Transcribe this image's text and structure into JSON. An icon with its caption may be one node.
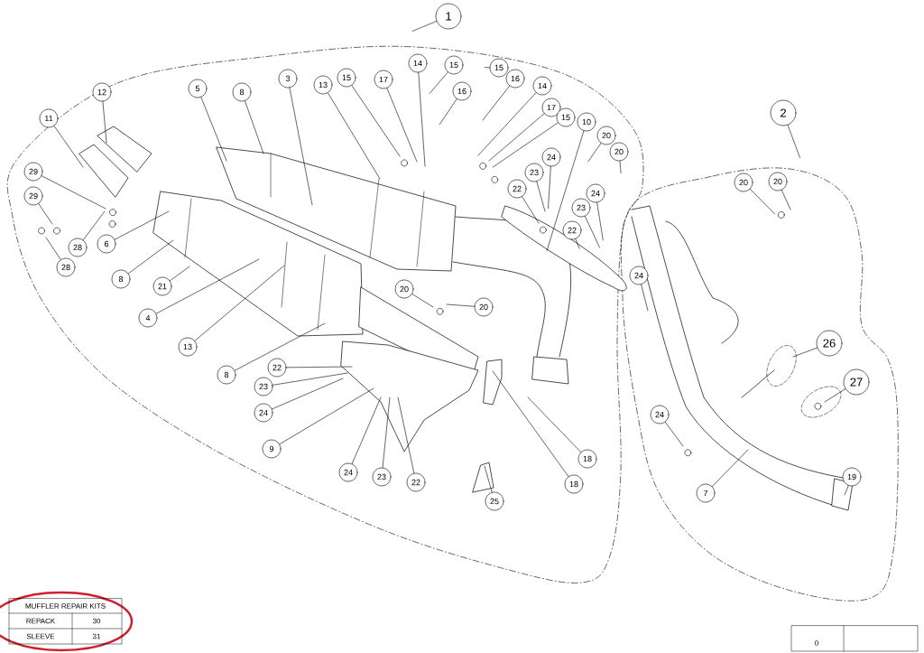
{
  "diagram": {
    "nodes": [
      {
        "text": [
          "1"
        ]
      },
      {
        "text": [
          "14"
        ]
      },
      {
        "text": [
          "15"
        ]
      },
      {
        "text": [
          "15"
        ]
      },
      {
        "text": [
          "15"
        ]
      },
      {
        "text": [
          "16"
        ]
      },
      {
        "text": [
          "3"
        ]
      },
      {
        "text": [
          "17"
        ]
      },
      {
        "text": [
          "13"
        ]
      },
      {
        "text": [
          "14"
        ]
      },
      {
        "text": [
          "5"
        ]
      },
      {
        "text": [
          "16"
        ]
      },
      {
        "text": [
          "8"
        ]
      },
      {
        "text": [
          "12"
        ]
      },
      {
        "text": [
          "17"
        ]
      },
      {
        "text": [
          "2"
        ]
      },
      {
        "text": [
          "15"
        ]
      },
      {
        "text": [
          "11"
        ]
      },
      {
        "text": [
          "10"
        ]
      },
      {
        "text": [
          "20"
        ]
      },
      {
        "text": [
          "20"
        ]
      },
      {
        "text": [
          "24"
        ]
      },
      {
        "text": [
          "29"
        ]
      },
      {
        "text": [
          "23"
        ]
      },
      {
        "text": [
          "20"
        ]
      },
      {
        "text": [
          "20"
        ]
      },
      {
        "text": [
          "22"
        ]
      },
      {
        "text": [
          "24"
        ]
      },
      {
        "text": [
          "29"
        ]
      },
      {
        "text": [
          "23"
        ]
      },
      {
        "text": [
          "22"
        ]
      },
      {
        "text": [
          "6"
        ]
      },
      {
        "text": [
          "28"
        ]
      },
      {
        "text": [
          "28"
        ]
      },
      {
        "text": [
          "24"
        ]
      },
      {
        "text": [
          "8"
        ]
      },
      {
        "text": [
          "21"
        ]
      },
      {
        "text": [
          "20"
        ]
      },
      {
        "text": [
          "20"
        ]
      },
      {
        "text": [
          "4"
        ]
      },
      {
        "text": [
          "26"
        ]
      },
      {
        "text": [
          "13"
        ]
      },
      {
        "text": [
          "22"
        ]
      },
      {
        "text": [
          "8"
        ]
      },
      {
        "text": [
          "27"
        ]
      },
      {
        "text": [
          "23"
        ]
      },
      {
        "text": [
          "24"
        ]
      },
      {
        "text": [
          "24"
        ]
      },
      {
        "text": [
          "9"
        ]
      },
      {
        "text": [
          "18"
        ]
      },
      {
        "text": [
          "24"
        ]
      },
      {
        "text": [
          "19"
        ]
      },
      {
        "text": [
          "23"
        ]
      },
      {
        "text": [
          "22"
        ]
      },
      {
        "text": [
          "18"
        ]
      },
      {
        "text": [
          "7"
        ]
      },
      {
        "text": [
          "25"
        ]
      }
    ],
    "edges": [
      {
        "from": 0,
        "to": null,
        "arrow": "none"
      },
      {
        "from": 1,
        "to": null,
        "arrow": "none"
      },
      {
        "from": 2,
        "to": null,
        "arrow": "none"
      },
      {
        "from": 3,
        "to": null,
        "arrow": "none"
      },
      {
        "from": 4,
        "to": null,
        "arrow": "none"
      },
      {
        "from": 5,
        "to": null,
        "arrow": "none"
      },
      {
        "from": 6,
        "to": null,
        "arrow": "none"
      },
      {
        "from": 7,
        "to": null,
        "arrow": "none"
      },
      {
        "from": 8,
        "to": null,
        "arrow": "none"
      },
      {
        "from": 9,
        "to": null,
        "arrow": "none"
      },
      {
        "from": 10,
        "to": null,
        "arrow": "none"
      },
      {
        "from": 11,
        "to": null,
        "arrow": "none"
      },
      {
        "from": 12,
        "to": null,
        "arrow": "none"
      },
      {
        "from": 13,
        "to": null,
        "arrow": "none"
      },
      {
        "from": 14,
        "to": null,
        "arrow": "none"
      },
      {
        "from": 15,
        "to": null,
        "arrow": "none"
      },
      {
        "from": 16,
        "to": null,
        "arrow": "none"
      },
      {
        "from": 17,
        "to": null,
        "arrow": "none"
      },
      {
        "from": 18,
        "to": null,
        "arrow": "none"
      },
      {
        "from": 19,
        "to": null,
        "arrow": "none"
      },
      {
        "from": 20,
        "to": null,
        "arrow": "none"
      },
      {
        "from": 21,
        "to": null,
        "arrow": "none"
      },
      {
        "from": 22,
        "to": null,
        "arrow": "none"
      },
      {
        "from": 23,
        "to": null,
        "arrow": "none"
      },
      {
        "from": 24,
        "to": null,
        "arrow": "none"
      },
      {
        "from": 25,
        "to": null,
        "arrow": "none"
      },
      {
        "from": 26,
        "to": null,
        "arrow": "none"
      },
      {
        "from": 27,
        "to": null,
        "arrow": "none"
      },
      {
        "from": 28,
        "to": null,
        "arrow": "none"
      },
      {
        "from": 29,
        "to": null,
        "arrow": "none"
      },
      {
        "from": 30,
        "to": null,
        "arrow": "none"
      },
      {
        "from": 31,
        "to": null,
        "arrow": "none"
      },
      {
        "from": 32,
        "to": null,
        "arrow": "none"
      },
      {
        "from": 33,
        "to": null,
        "arrow": "none"
      },
      {
        "from": 34,
        "to": null,
        "arrow": "none"
      },
      {
        "from": 35,
        "to": null,
        "arrow": "none"
      },
      {
        "from": 36,
        "to": null,
        "arrow": "none"
      },
      {
        "from": 37,
        "to": null,
        "arrow": "none"
      },
      {
        "from": 38,
        "to": null,
        "arrow": "none"
      },
      {
        "from": 39,
        "to": null,
        "arrow": "none"
      },
      {
        "from": 40,
        "to": null,
        "arrow": "none"
      },
      {
        "from": 41,
        "to": null,
        "arrow": "none"
      },
      {
        "from": 42,
        "to": null,
        "arrow": "none"
      },
      {
        "from": 43,
        "to": null,
        "arrow": "none"
      },
      {
        "from": 44,
        "to": null,
        "arrow": "none"
      },
      {
        "from": 45,
        "to": null,
        "arrow": "none"
      },
      {
        "from": 46,
        "to": null,
        "arrow": "none"
      },
      {
        "from": 47,
        "to": null,
        "arrow": "none"
      },
      {
        "from": 48,
        "to": null,
        "arrow": "none"
      },
      {
        "from": 49,
        "to": null,
        "arrow": "none"
      },
      {
        "from": 50,
        "to": null,
        "arrow": "none"
      },
      {
        "from": 51,
        "to": null,
        "arrow": "none"
      },
      {
        "from": 52,
        "to": null,
        "arrow": "none"
      },
      {
        "from": 53,
        "to": null,
        "arrow": "none"
      },
      {
        "from": 54,
        "to": null,
        "arrow": "none"
      },
      {
        "from": 55,
        "to": null,
        "arrow": "none"
      },
      {
        "from": 56,
        "to": null,
        "arrow": "none"
      }
    ],
    "labels": [
      "MUFFLER REPAIR KITS",
      "REPACK",
      "30",
      "SLEEVE",
      "31",
      "0"
    ]
  }
}
